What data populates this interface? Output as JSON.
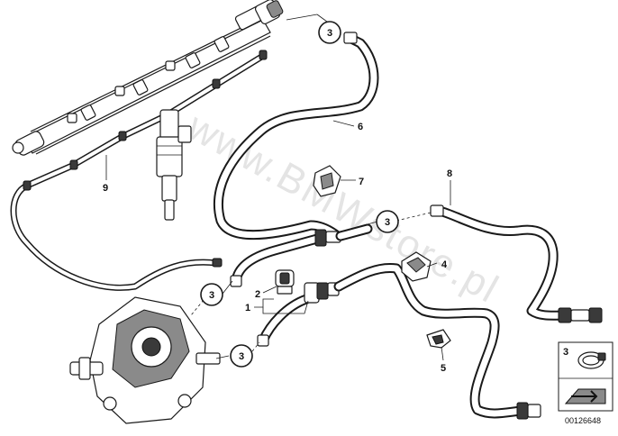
{
  "watermark": "www.BMWstore.pl",
  "callouts": {
    "top": "3",
    "mid_right": "3",
    "left_upper": "3",
    "left_lower": "3"
  },
  "labels": {
    "p1": "1",
    "p2": "2",
    "p4": "4",
    "p5": "5",
    "p6": "6",
    "p7": "7",
    "p8": "8",
    "p9": "9"
  },
  "legend": {
    "item_number": "3",
    "clamp_icon": "hose-clamp-icon",
    "arrow_icon": "arrow-icon"
  },
  "document_number": "00126648"
}
